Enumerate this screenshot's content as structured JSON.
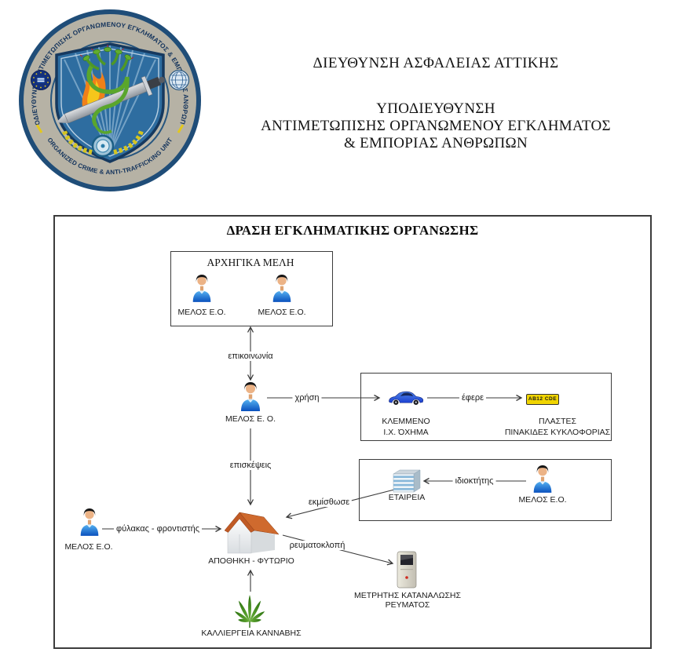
{
  "header": {
    "line1": "ΔΙΕΥΘΥΝΣΗ ΑΣΦΑΛΕΙΑΣ ΑΤΤΙΚΗΣ",
    "line2": "ΥΠΟΔΙΕΥΘΥΝΣΗ",
    "line3": "ΑΝΤΙΜΕΤΩΠΙΣΗΣ ΟΡΓΑΝΩΜΕΝΟΥ ΕΓΚΛΗΜΑΤΟΣ",
    "line4": "& ΕΜΠΟΡΙΑΣ ΑΝΘΡΩΠΩΝ"
  },
  "emblem": {
    "top_text": "ΥΠΟΔΙΕΥΘΥΝΣΗ ΑΝΤΙΜΕΤΩΠΙΣΗΣ ΟΡΓΑΝΩΜΕΝΟΥ ΕΓΚΛΗΜΑΤΟΣ & ΕΜΠΟΡΙΑΣ ΑΝΘΡΩΠΩΝ",
    "bottom_text": "ORGANIZED CRIME & ANTI-TRAFFICKING UNIT"
  },
  "diagram": {
    "title": "ΔΡΑΣΗ ΕΓΚΛΗΜΑΤΙΚΗΣ ΟΡΓΑΝΩΣΗΣ",
    "leaders_box": {
      "title": "ΑΡΧΗΓΙΚΑ ΜΕΛΗ",
      "member1": "ΜΕΛΟΣ Ε.Ο.",
      "member2": "ΜΕΛΟΣ Ε.Ο."
    },
    "nodes": {
      "contact": {
        "label": "ΜΕΛΟΣ Ε. Ο.",
        "icon": "person-icon"
      },
      "stolen_vehicle": {
        "label_line1": "ΚΛΕΜΜΕΝΟ",
        "label_line2": "Ι.Χ. ΌΧΗΜΑ",
        "icon": "car-icon"
      },
      "fake_plates": {
        "label_line1": "ΠΛΑΣΤΕΣ",
        "label_line2": "ΠΙΝΑΚΙΔΕΣ ΚΥΚΛΟΦΟΡΙΑΣ",
        "plate_text": "AB12 CDE",
        "icon": "license-plate-icon"
      },
      "company": {
        "label": "ΕΤΑΙΡΕΙΑ",
        "icon": "office-building-icon"
      },
      "owner_member": {
        "label": "ΜΕΛΟΣ Ε.Ο.",
        "icon": "person-icon"
      },
      "caretaker_member": {
        "label": "ΜΕΛΟΣ Ε.Ο.",
        "icon": "person-icon"
      },
      "warehouse": {
        "label": "ΑΠΟΘΗΚΗ - ΦΥΤΩΡΙΟ",
        "icon": "house-icon"
      },
      "power_meter": {
        "label_line1": "ΜΕΤΡΗΤΗΣ ΚΑΤΑΝΑΛΩΣΗΣ",
        "label_line2": "ΡΕΥΜΑΤΟΣ",
        "icon": "electric-meter-icon"
      },
      "cannabis": {
        "label": "ΚΑΛΛΙΕΡΓΕΙΑ ΚΑΝΝΑΒΗΣ",
        "icon": "cannabis-leaf-icon"
      }
    },
    "edges": {
      "communication": "επικοινωνία",
      "use": "χρήση",
      "brought": "έφερε",
      "visits": "επισκέψεις",
      "owner": "ιδιοκτήτης",
      "leased": "εκμίσθωσε",
      "caretaker": "φύλακας - φροντιστής",
      "power_theft": "ρευματοκλοπή"
    }
  },
  "colors": {
    "line": "#3a3a3a",
    "shirt_blue": "#1565d8",
    "roof_orange": "#c05a25",
    "leaf_green": "#3c7f16",
    "plate_yellow": "#f0d400",
    "emblem_navy": "#1f4d78"
  }
}
